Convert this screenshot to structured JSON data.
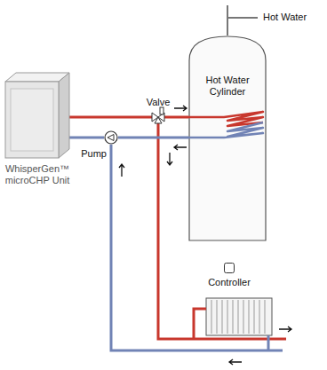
{
  "diagram": {
    "nodes": [
      {
        "text": [
          "WhisperGen™ microCHP Unit"
        ]
      },
      {
        "text": [
          "Pump"
        ]
      },
      {
        "text": [
          "Valve"
        ]
      },
      {
        "text": [
          "Hot Water Cylinder"
        ]
      },
      {
        "text": [
          "Controller"
        ]
      }
    ],
    "edges": [
      {
        "from": 0,
        "to": 2,
        "arrow": "none"
      },
      {
        "from": 2,
        "to": 3,
        "arrow": "none"
      },
      {
        "from": 3,
        "to": 1,
        "arrow": "none"
      },
      {
        "from": 1,
        "to": 0,
        "arrow": "none"
      }
    ],
    "labels": [
      "Hot Water"
    ]
  }
}
